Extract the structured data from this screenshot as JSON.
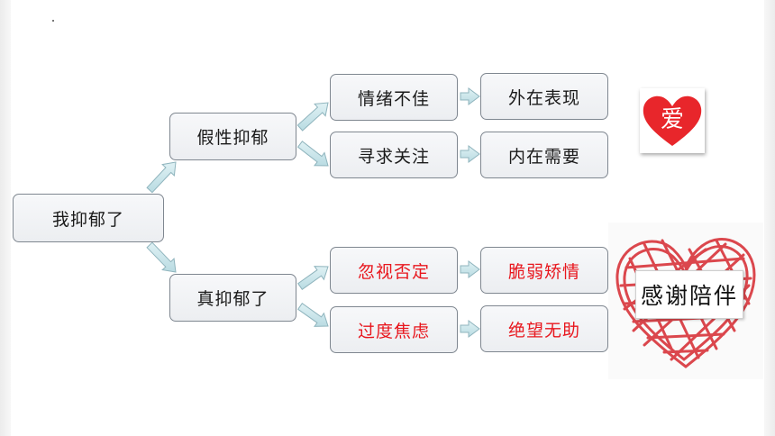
{
  "diagram": {
    "root": {
      "label": "我抑郁了"
    },
    "branches": [
      {
        "label": "假性抑郁",
        "children": [
          {
            "label": "情绪不佳",
            "result": "外在表现"
          },
          {
            "label": "寻求关注",
            "result": "内在需要"
          }
        ]
      },
      {
        "label": "真抑郁了",
        "children": [
          {
            "label": "忽视否定",
            "result": "脆弱矫情"
          },
          {
            "label": "过度焦虑",
            "result": "绝望无助"
          }
        ]
      }
    ]
  },
  "images": {
    "heart_card": {
      "glyph": "爱",
      "color": "#e8262b"
    },
    "scribble_heart": {
      "caption": "感谢陪伴",
      "color": "#d8343b"
    }
  },
  "colors": {
    "node_border": "#7f8790",
    "node_fill": "#eef0f2",
    "arrow_fill": "#c9e6ec",
    "arrow_stroke": "#8fb4bd",
    "emphasis_text": "#e8161d"
  }
}
